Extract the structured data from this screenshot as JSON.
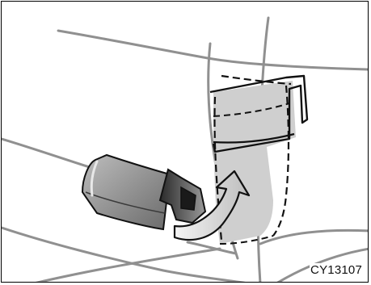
{
  "figure": {
    "code": "CY13107",
    "depicts": [
      "seat-belt-buckle",
      "belt-holder",
      "rotation-arrow"
    ]
  }
}
